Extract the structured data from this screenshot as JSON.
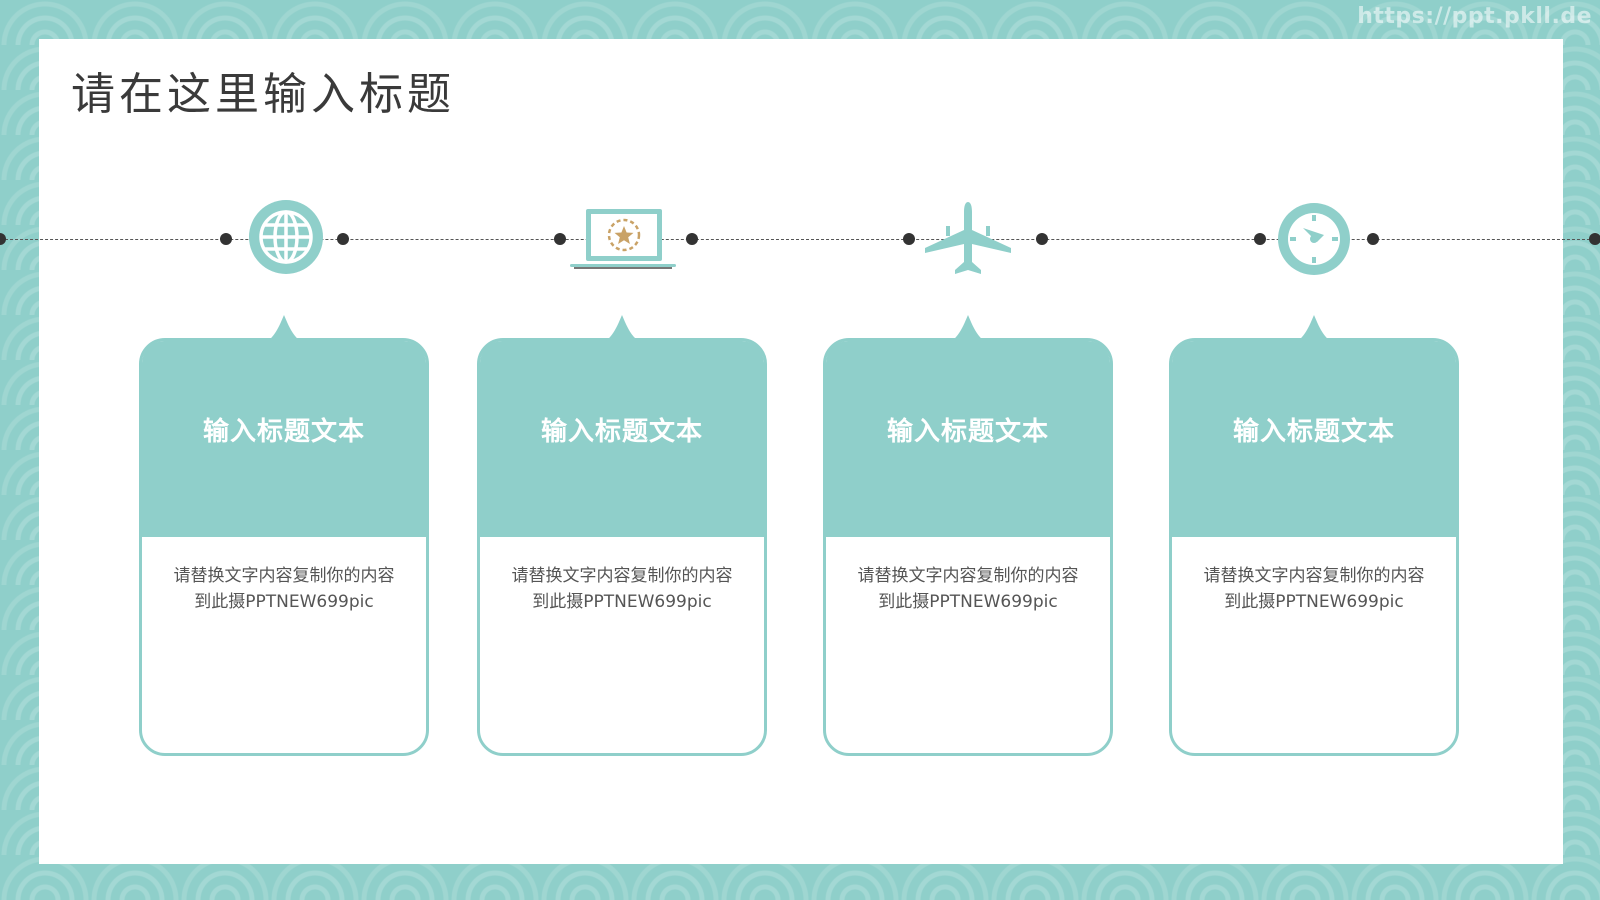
{
  "watermark": "https://ppt.pkll.de",
  "title": "请在这里输入标题",
  "colors": {
    "accent": "#8fcfca",
    "accent_dark": "#7cc4be",
    "star": "#c9a266",
    "text": "#555555",
    "title": "#3a3a3a"
  },
  "cards": [
    {
      "icon": "globe-icon",
      "heading": "输入标题文本",
      "body_line1": "请替换文字内容复制你的内容",
      "body_line2": "到此摄PPTNEW699pic"
    },
    {
      "icon": "laptop-star-icon",
      "heading": "输入标题文本",
      "body_line1": "请替换文字内容复制你的内容",
      "body_line2": "到此摄PPTNEW699pic"
    },
    {
      "icon": "airplane-icon",
      "heading": "输入标题文本",
      "body_line1": "请替换文字内容复制你的内容",
      "body_line2": "到此摄PPTNEW699pic"
    },
    {
      "icon": "compass-icon",
      "heading": "输入标题文本",
      "body_line1": "请替换文字内容复制你的内容",
      "body_line2": "到此摄PPTNEW699pic"
    }
  ]
}
